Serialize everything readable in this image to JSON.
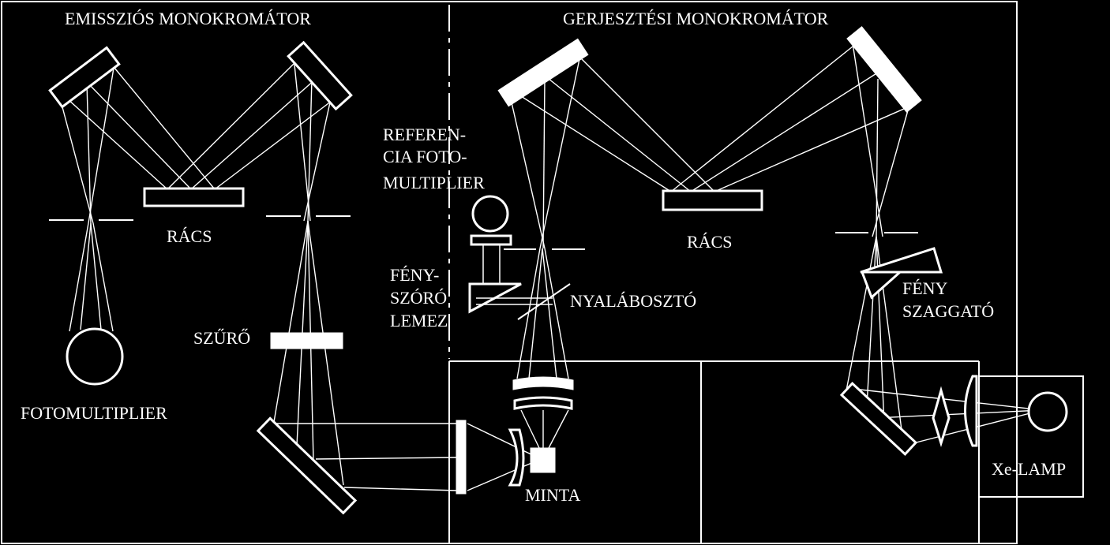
{
  "labels": {
    "emission_title": "EMISSZIÓS MONOKROMÁTOR",
    "excitation_title": "GERJESZTÉSI MONOKROMÁTOR",
    "grating_left": "RÁCS",
    "grating_right": "RÁCS",
    "photomultiplier": "FOTOMULTIPLIER",
    "filter": "SZŰRŐ",
    "reference_line1": "REFEREN-",
    "reference_line2": "CIA FOTO-",
    "reference_line3": "MULTIPLIER",
    "scatter_line1": "FÉNY-",
    "scatter_line2": "SZÓRÓ",
    "scatter_line3": "LEMEZ",
    "beamsplitter": "NYALÁBOSZTÓ",
    "sample": "MINTA",
    "chopper_line1": "FÉNY",
    "chopper_line2": "SZAGGATÓ",
    "lamp": "Xe-LAMP"
  },
  "colors": {
    "background": "#000000",
    "foreground": "#ffffff"
  }
}
